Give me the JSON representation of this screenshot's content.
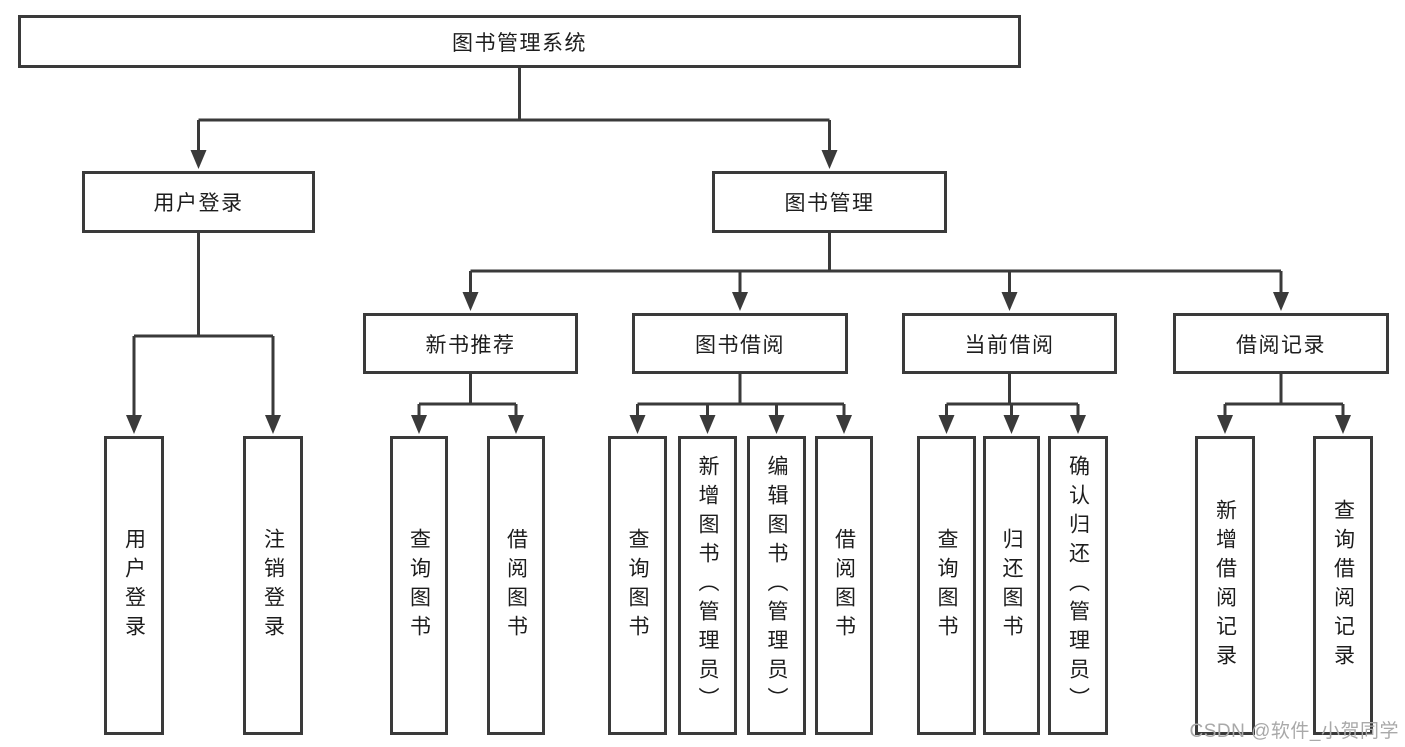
{
  "diagram": {
    "type": "hierarchy-tree",
    "root": {
      "label": "图书管理系统"
    },
    "branches": [
      {
        "label": "用户登录",
        "children": [
          {
            "label": "用户登录"
          },
          {
            "label": "注销登录"
          }
        ]
      },
      {
        "label": "图书管理",
        "groups": [
          {
            "label": "新书推荐",
            "children": [
              {
                "label": "查询图书"
              },
              {
                "label": "借阅图书"
              }
            ]
          },
          {
            "label": "图书借阅",
            "children": [
              {
                "label": "查询图书"
              },
              {
                "label": "新增图书（管理员）"
              },
              {
                "label": "编辑图书（管理员）"
              },
              {
                "label": "借阅图书"
              }
            ]
          },
          {
            "label": "当前借阅",
            "children": [
              {
                "label": "查询图书"
              },
              {
                "label": "归还图书"
              },
              {
                "label": "确认归还（管理员）"
              }
            ]
          },
          {
            "label": "借阅记录",
            "children": [
              {
                "label": "新增借阅记录"
              },
              {
                "label": "查询借阅记录"
              }
            ]
          }
        ]
      }
    ]
  },
  "watermark": {
    "text": "CSDN @软件_小贺同学"
  },
  "colors": {
    "line": "#3a3a3a",
    "text": "#1d1d1d",
    "watermark": "#a9a9a9",
    "canvas": "#ffffff"
  }
}
